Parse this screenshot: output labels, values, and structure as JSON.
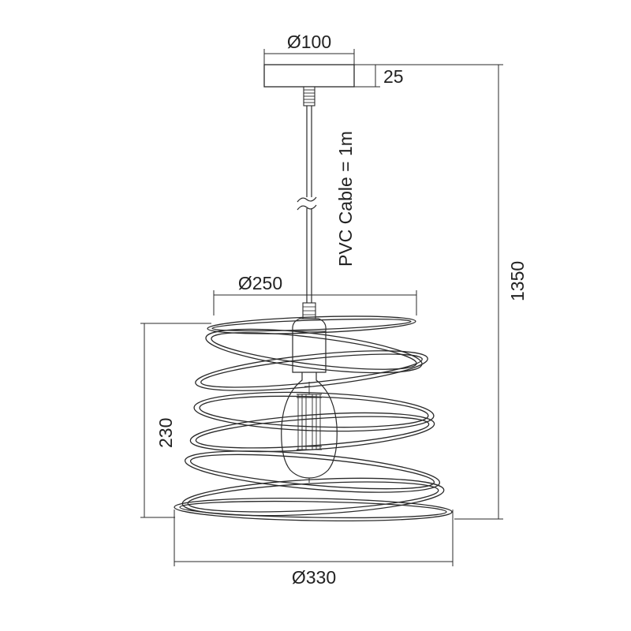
{
  "dimensions": {
    "canopy_diameter": "Ø100",
    "canopy_height": "25",
    "cable_label": "PVC Cable = 1m",
    "total_height": "1350",
    "top_diameter": "Ø250",
    "shade_height": "230",
    "bottom_diameter": "Ø330"
  },
  "colors": {
    "line": "#2a2a2a",
    "background": "#ffffff"
  }
}
